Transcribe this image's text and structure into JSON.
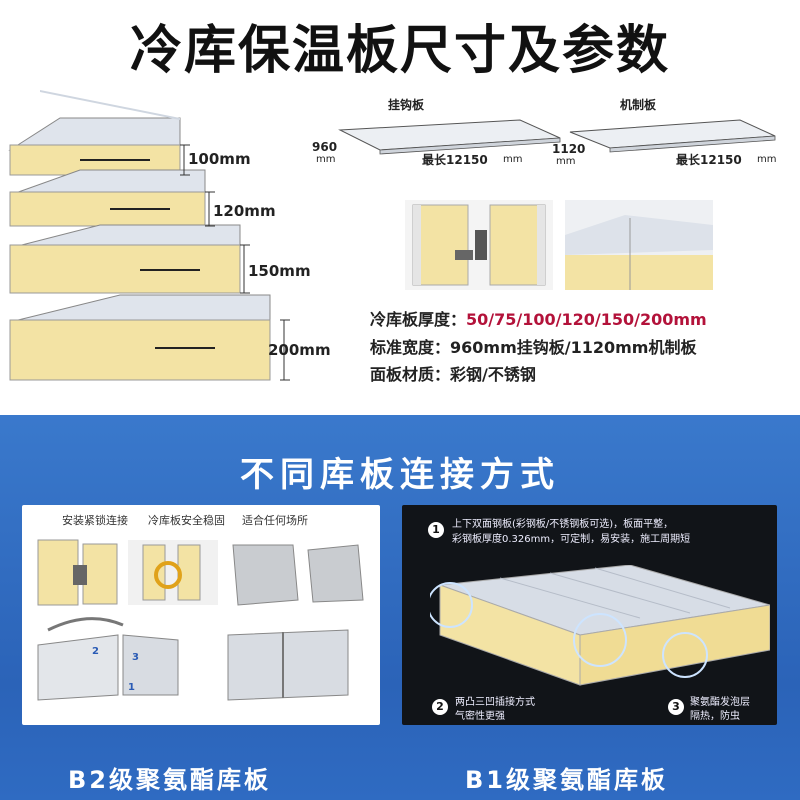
{
  "title": "冷库保温板尺寸及参数",
  "thickness_diagram": {
    "labels": [
      "100mm",
      "120mm",
      "150mm",
      "200mm"
    ]
  },
  "panels": {
    "hook": {
      "name": "挂钩板",
      "width": "960",
      "width_unit": "mm",
      "length": "最长12150",
      "length_unit": "mm"
    },
    "machine": {
      "name": "机制板",
      "width": "1120",
      "width_unit": "mm",
      "length": "最长12150",
      "length_unit": "mm"
    }
  },
  "specs": {
    "thickness_label": "冷库板厚度：",
    "thickness_value": "50/75/100/120/150/200mm",
    "width_label": "标准宽度：",
    "width_value": "960mm挂钩板/1120mm机制板",
    "material_label": "面板材质：",
    "material_value": "彩钢/不锈钢"
  },
  "section_title": "不同库板连接方式",
  "left_card": {
    "captions": [
      "安装紧锁连接",
      "冷库板安全稳固",
      "适合任何场所"
    ],
    "markers": [
      "2",
      "3",
      "1"
    ]
  },
  "right_card": {
    "points": [
      {
        "num": "1",
        "text1": "上下双面钢板(彩钢板/不锈钢板可选)，板面平整，",
        "text2": "彩钢板厚度0.326mm，可定制，易安装，施工周期短"
      },
      {
        "num": "2",
        "text1": "两凸三凹插接方式",
        "text2": "气密性更强"
      },
      {
        "num": "3",
        "text1": "聚氨酯发泡层",
        "text2": "隔热，防虫"
      }
    ]
  },
  "footer": {
    "left": "B2级聚氨酯库板",
    "right": "B1级聚氨酯库板"
  },
  "colors": {
    "foam": "#f3e3a4",
    "steel": "#d7dde6",
    "blue_bg": "#2b63b8",
    "highlight": "#b3123a"
  }
}
